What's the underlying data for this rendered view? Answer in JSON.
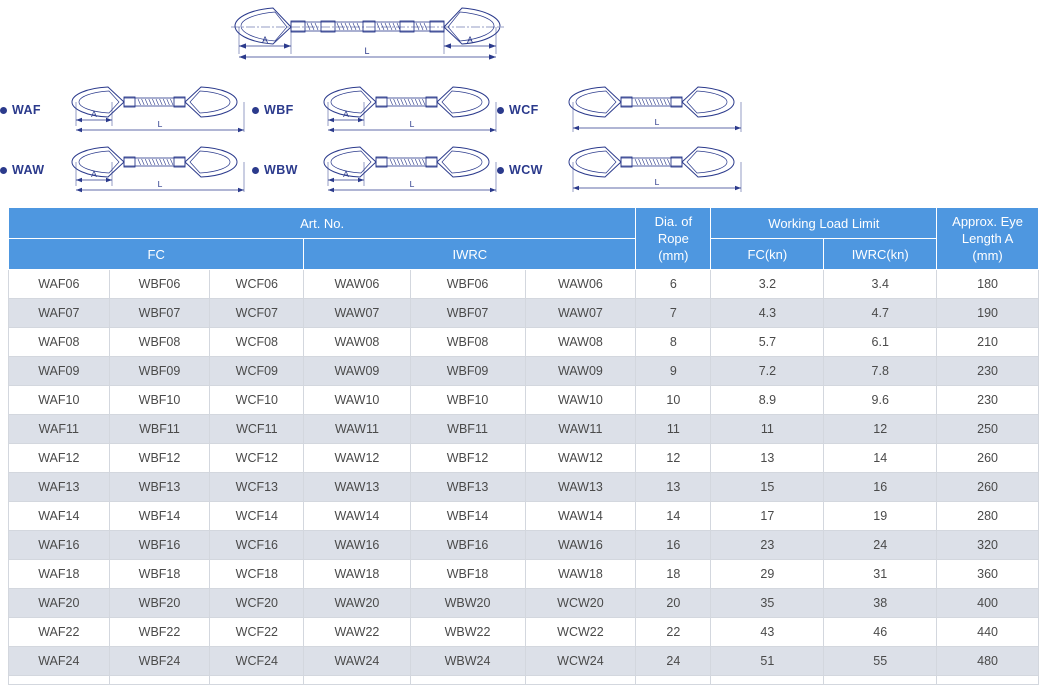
{
  "hero": {
    "name": "wire-rope-sling-both-eyes",
    "dim_a_left": "A",
    "dim_a_right": "A",
    "dim_l": "L"
  },
  "variants": [
    {
      "code": "WAF",
      "dim_a": "A",
      "dim_l": "L",
      "has_a": true,
      "col": 0,
      "row": 0
    },
    {
      "code": "WAW",
      "dim_a": "A",
      "dim_l": "L",
      "has_a": true,
      "col": 0,
      "row": 1
    },
    {
      "code": "WBF",
      "dim_a": "A",
      "dim_l": "L",
      "has_a": true,
      "col": 1,
      "row": 0
    },
    {
      "code": "WBW",
      "dim_a": "A",
      "dim_l": "L",
      "has_a": true,
      "col": 1,
      "row": 1
    },
    {
      "code": "WCF",
      "dim_a": "",
      "dim_l": "L",
      "has_a": false,
      "col": 2,
      "row": 0
    },
    {
      "code": "WCW",
      "dim_a": "",
      "dim_l": "L",
      "has_a": false,
      "col": 2,
      "row": 1
    }
  ],
  "table": {
    "headers": {
      "art_no": "Art. No.",
      "fc": "FC",
      "iwrc": "IWRC",
      "dia_of_rope": "Dia. of Rope",
      "dia_of_rope_unit": "(mm)",
      "working_load_limit": "Working Load Limit",
      "wll_fc": "FC(kn)",
      "wll_iwrc": "IWRC(kn)",
      "approx_eye": "Approx. Eye",
      "approx_eye_2": "Length A",
      "approx_eye_unit": "(mm)"
    },
    "rows": [
      {
        "fc1": "WAF06",
        "fc2": "WBF06",
        "fc3": "WCF06",
        "iw1": "WAW06",
        "iw2": "WBF06",
        "iw3": "WAW06",
        "dia": "6",
        "wll_fc": "3.2",
        "wll_iwrc": "3.4",
        "eye": "180"
      },
      {
        "fc1": "WAF07",
        "fc2": "WBF07",
        "fc3": "WCF07",
        "iw1": "WAW07",
        "iw2": "WBF07",
        "iw3": "WAW07",
        "dia": "7",
        "wll_fc": "4.3",
        "wll_iwrc": "4.7",
        "eye": "190"
      },
      {
        "fc1": "WAF08",
        "fc2": "WBF08",
        "fc3": "WCF08",
        "iw1": "WAW08",
        "iw2": "WBF08",
        "iw3": "WAW08",
        "dia": "8",
        "wll_fc": "5.7",
        "wll_iwrc": "6.1",
        "eye": "210"
      },
      {
        "fc1": "WAF09",
        "fc2": "WBF09",
        "fc3": "WCF09",
        "iw1": "WAW09",
        "iw2": "WBF09",
        "iw3": "WAW09",
        "dia": "9",
        "wll_fc": "7.2",
        "wll_iwrc": "7.8",
        "eye": "230"
      },
      {
        "fc1": "WAF10",
        "fc2": "WBF10",
        "fc3": "WCF10",
        "iw1": "WAW10",
        "iw2": "WBF10",
        "iw3": "WAW10",
        "dia": "10",
        "wll_fc": "8.9",
        "wll_iwrc": "9.6",
        "eye": "230"
      },
      {
        "fc1": "WAF11",
        "fc2": "WBF11",
        "fc3": "WCF11",
        "iw1": "WAW11",
        "iw2": "WBF11",
        "iw3": "WAW11",
        "dia": "11",
        "wll_fc": "11",
        "wll_iwrc": "12",
        "eye": "250"
      },
      {
        "fc1": "WAF12",
        "fc2": "WBF12",
        "fc3": "WCF12",
        "iw1": "WAW12",
        "iw2": "WBF12",
        "iw3": "WAW12",
        "dia": "12",
        "wll_fc": "13",
        "wll_iwrc": "14",
        "eye": "260"
      },
      {
        "fc1": "WAF13",
        "fc2": "WBF13",
        "fc3": "WCF13",
        "iw1": "WAW13",
        "iw2": "WBF13",
        "iw3": "WAW13",
        "dia": "13",
        "wll_fc": "15",
        "wll_iwrc": "16",
        "eye": "260"
      },
      {
        "fc1": "WAF14",
        "fc2": "WBF14",
        "fc3": "WCF14",
        "iw1": "WAW14",
        "iw2": "WBF14",
        "iw3": "WAW14",
        "dia": "14",
        "wll_fc": "17",
        "wll_iwrc": "19",
        "eye": "280"
      },
      {
        "fc1": "WAF16",
        "fc2": "WBF16",
        "fc3": "WCF16",
        "iw1": "WAW16",
        "iw2": "WBF16",
        "iw3": "WAW16",
        "dia": "16",
        "wll_fc": "23",
        "wll_iwrc": "24",
        "eye": "320"
      },
      {
        "fc1": "WAF18",
        "fc2": "WBF18",
        "fc3": "WCF18",
        "iw1": "WAW18",
        "iw2": "WBF18",
        "iw3": "WAW18",
        "dia": "18",
        "wll_fc": "29",
        "wll_iwrc": "31",
        "eye": "360"
      },
      {
        "fc1": "WAF20",
        "fc2": "WBF20",
        "fc3": "WCF20",
        "iw1": "WAW20",
        "iw2": "WBW20",
        "iw3": "WCW20",
        "dia": "20",
        "wll_fc": "35",
        "wll_iwrc": "38",
        "eye": "400"
      },
      {
        "fc1": "WAF22",
        "fc2": "WBF22",
        "fc3": "WCF22",
        "iw1": "WAW22",
        "iw2": "WBW22",
        "iw3": "WCW22",
        "dia": "22",
        "wll_fc": "43",
        "wll_iwrc": "46",
        "eye": "440"
      },
      {
        "fc1": "WAF24",
        "fc2": "WBF24",
        "fc3": "WCF24",
        "iw1": "WAW24",
        "iw2": "WBW24",
        "iw3": "WCW24",
        "dia": "24",
        "wll_fc": "51",
        "wll_iwrc": "55",
        "eye": "480"
      }
    ]
  },
  "colors": {
    "header_blue": "#4e97e0",
    "stripe": "#dce0e8",
    "drawing_ink": "#2b3a8c",
    "grid_line": "#d3d7de"
  }
}
